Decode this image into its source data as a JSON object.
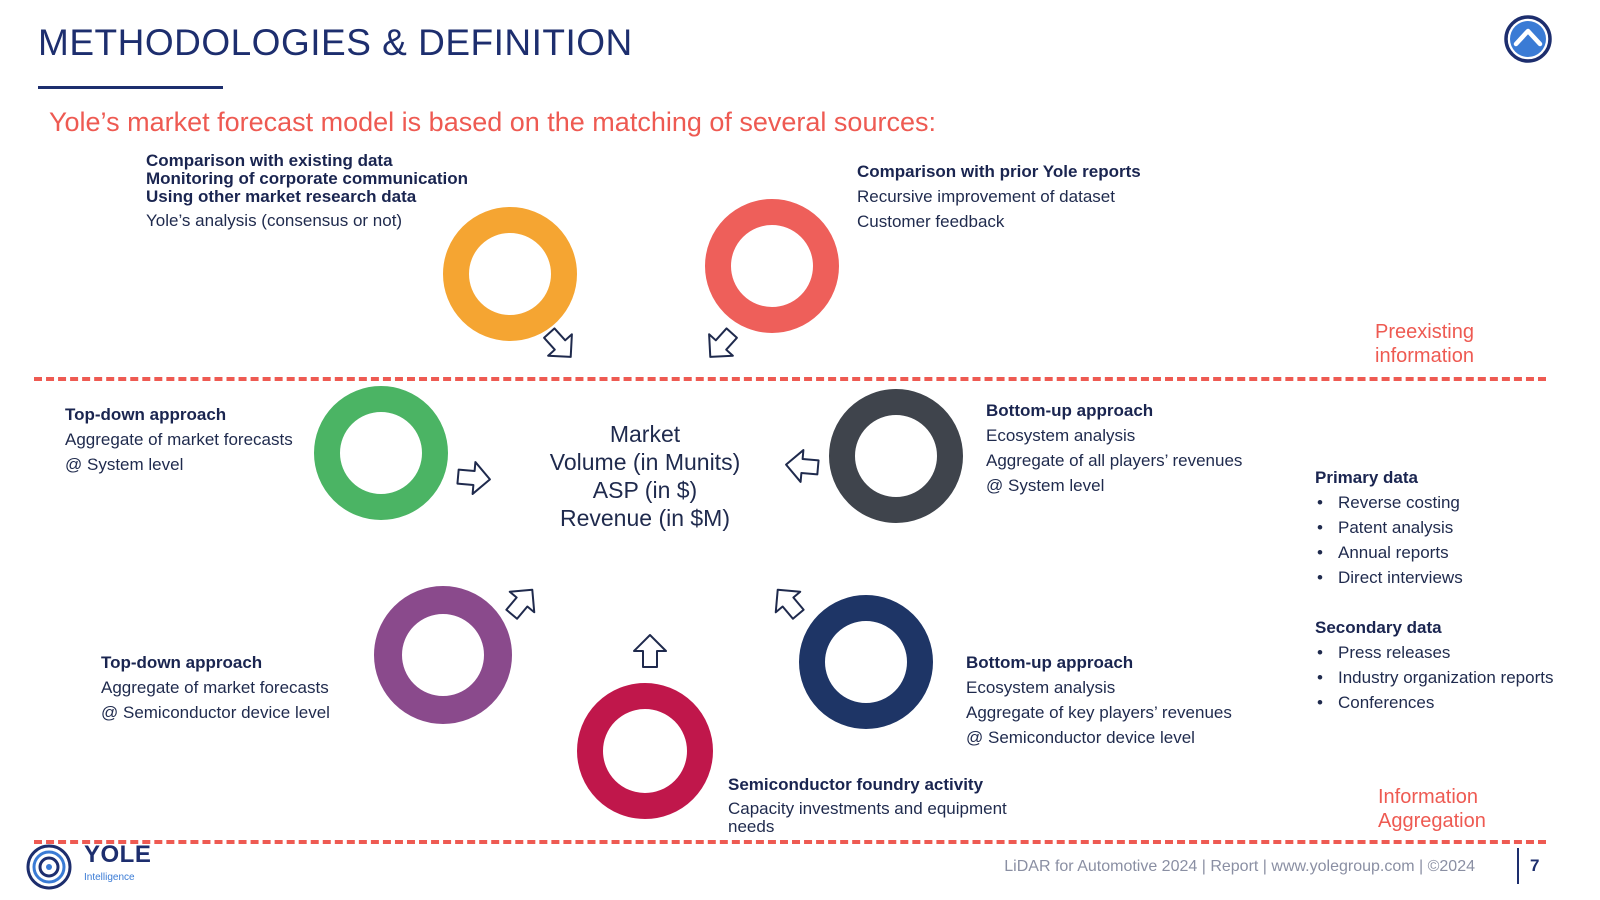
{
  "header": {
    "title": "METHODOLOGIES & DEFINITION",
    "subtitle": "Yole’s market forecast model is based on the matching of several sources:"
  },
  "zones": {
    "preexisting": [
      "Preexisting",
      "information"
    ],
    "aggregation": [
      "Information",
      "Aggregation"
    ]
  },
  "blocks": {
    "existing_data": {
      "lines": [
        "Comparison with existing data",
        "Monitoring of corporate communication",
        "Using other market research data"
      ],
      "sub": "Yole’s analysis (consensus or not)"
    },
    "prior_reports": {
      "title": "Comparison with prior Yole reports",
      "lines": [
        "Recursive improvement of dataset",
        "Customer feedback"
      ]
    },
    "topdown_system": {
      "title": "Top-down approach",
      "lines": [
        "Aggregate of market forecasts",
        "@ System level"
      ]
    },
    "bottomup_system": {
      "title": "Bottom-up approach",
      "lines": [
        "Ecosystem analysis",
        "Aggregate of all players’ revenues",
        "@ System level"
      ]
    },
    "topdown_device": {
      "title": "Top-down approach",
      "lines": [
        "Aggregate of market forecasts",
        "@ Semiconductor device level"
      ]
    },
    "bottomup_device": {
      "title": "Bottom-up approach",
      "lines": [
        "Ecosystem analysis",
        "Aggregate of key players’ revenues",
        "@ Semiconductor device level"
      ]
    },
    "foundry": {
      "title": "Semiconductor foundry activity",
      "lines": [
        "Capacity investments and equipment",
        "needs"
      ]
    }
  },
  "center": {
    "lines": [
      "Market",
      "Volume (in Munits)",
      "ASP (in $)",
      "Revenue (in $M)"
    ]
  },
  "sources": {
    "primary": {
      "title": "Primary data",
      "items": [
        "Reverse costing",
        "Patent analysis",
        "Annual reports",
        "Direct interviews"
      ]
    },
    "secondary": {
      "title": "Secondary data",
      "items": [
        "Press releases",
        "Industry organization reports",
        "Conferences"
      ]
    }
  },
  "rings": {
    "orange": "#f5a532",
    "red": "#ee5f5a",
    "green": "#4bb464",
    "dark_gray": "#3f444c",
    "purple": "#8a4a8c",
    "navy": "#1e3566",
    "crimson": "#c0174b"
  },
  "footer": {
    "text": "LiDAR for Automotive 2024 | Report | www.yolegroup.com | ©2024",
    "page": "7",
    "logo": "YOLE",
    "logo_sub": "Intelligence"
  },
  "icons": {
    "top_right": "yole-chevron-logo-icon",
    "bottom_left": "yole-intelligence-logo-icon"
  }
}
